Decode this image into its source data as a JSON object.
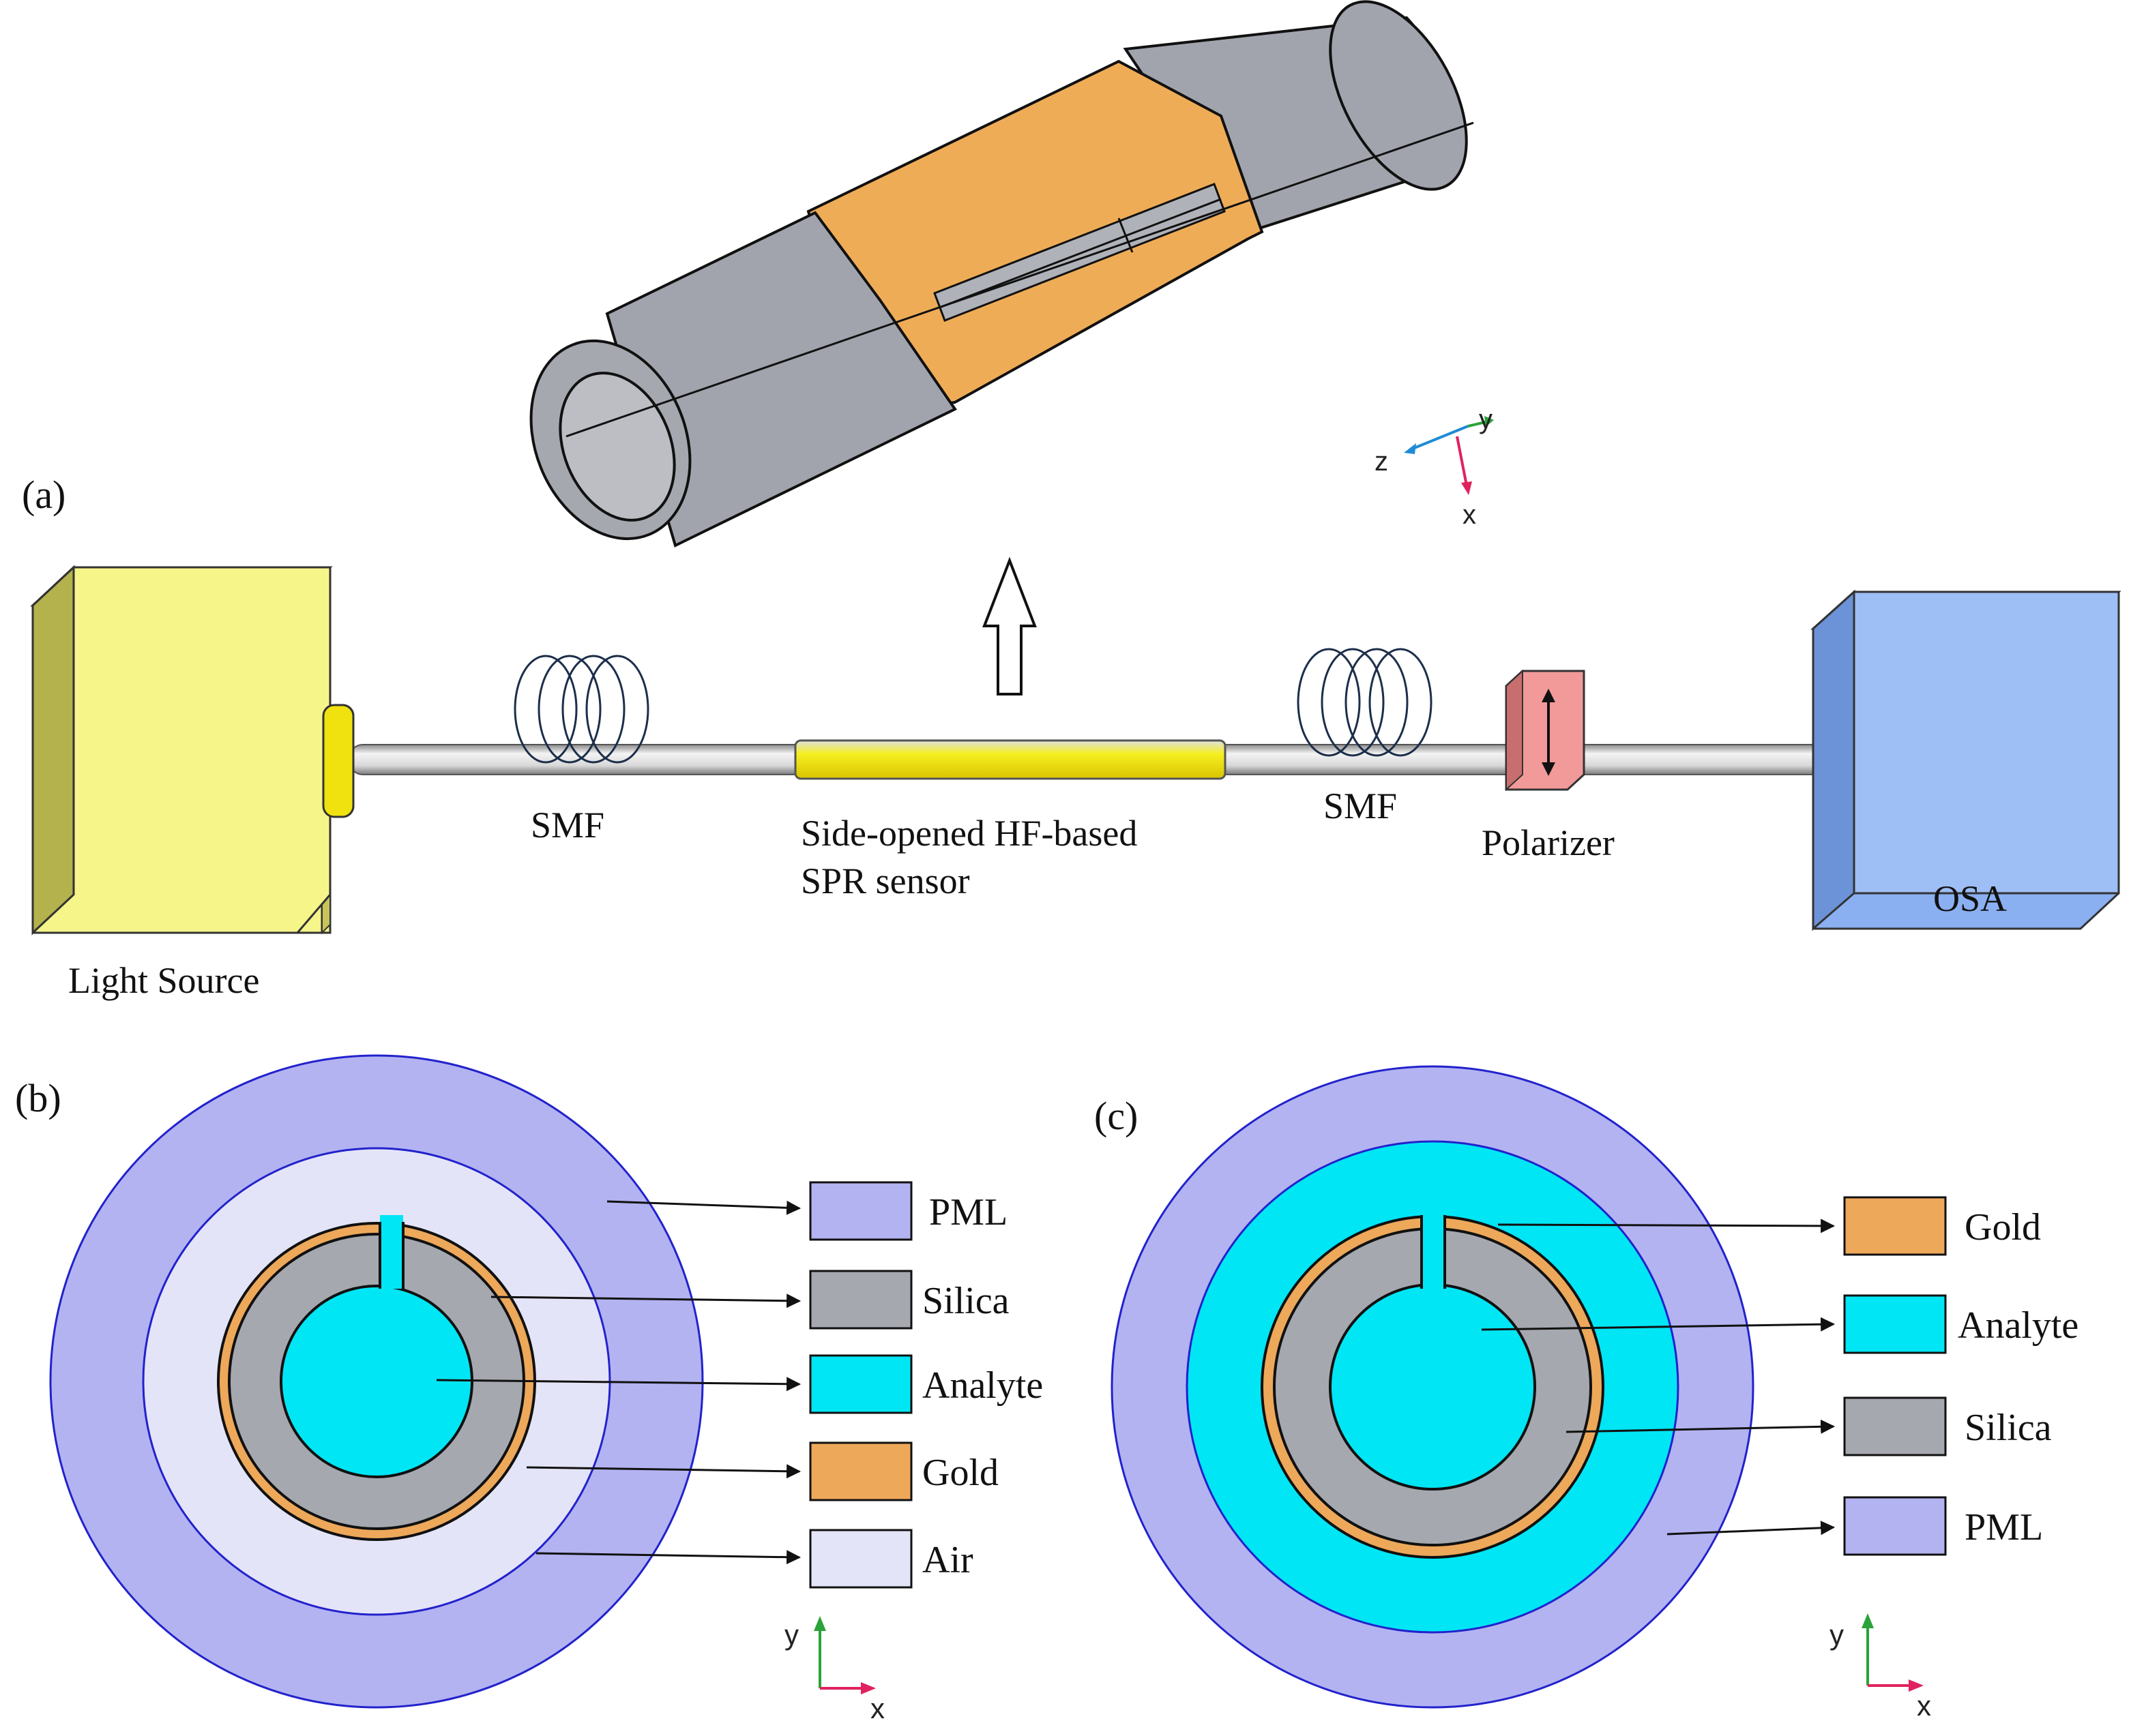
{
  "panels": {
    "a": {
      "tag": "(a)"
    },
    "b": {
      "tag": "(b)"
    },
    "c": {
      "tag": "(c)"
    }
  },
  "setup": {
    "light_source": "Light Source",
    "smf_left": "SMF",
    "smf_right": "SMF",
    "sensor_line1": "Side-opened HF-based",
    "sensor_line2": "SPR sensor",
    "polarizer": "Polarizer",
    "osa": "OSA"
  },
  "axes3d": {
    "z": "z",
    "y": "y",
    "x": "x"
  },
  "legend_b": [
    {
      "label": "PML",
      "color": "#b3b3f2"
    },
    {
      "label": "Silica",
      "color": "#a6a8b0"
    },
    {
      "label": "Analyte",
      "color": "#00e6f5"
    },
    {
      "label": "Gold",
      "color": "#eda85a"
    },
    {
      "label": "Air",
      "color": "#e4e4f8"
    }
  ],
  "legend_c": [
    {
      "label": "Gold",
      "color": "#eda85a"
    },
    {
      "label": "Analyte",
      "color": "#00e6f5"
    },
    {
      "label": "Silica",
      "color": "#a6a8b0"
    },
    {
      "label": "PML",
      "color": "#b3b3f2"
    }
  ],
  "axes2d_b": {
    "y": "y",
    "x": "x"
  },
  "axes2d_c": {
    "y": "y",
    "x": "x"
  },
  "colors": {
    "pml": "#b3b3f2",
    "air": "#e4e4f8",
    "silica": "#a6a8b0",
    "analyte": "#00e6f5",
    "gold": "#eda85a",
    "light_source": "#f6f58a",
    "osa": "#8ab0f2",
    "polarizer": "#f29a9a"
  }
}
